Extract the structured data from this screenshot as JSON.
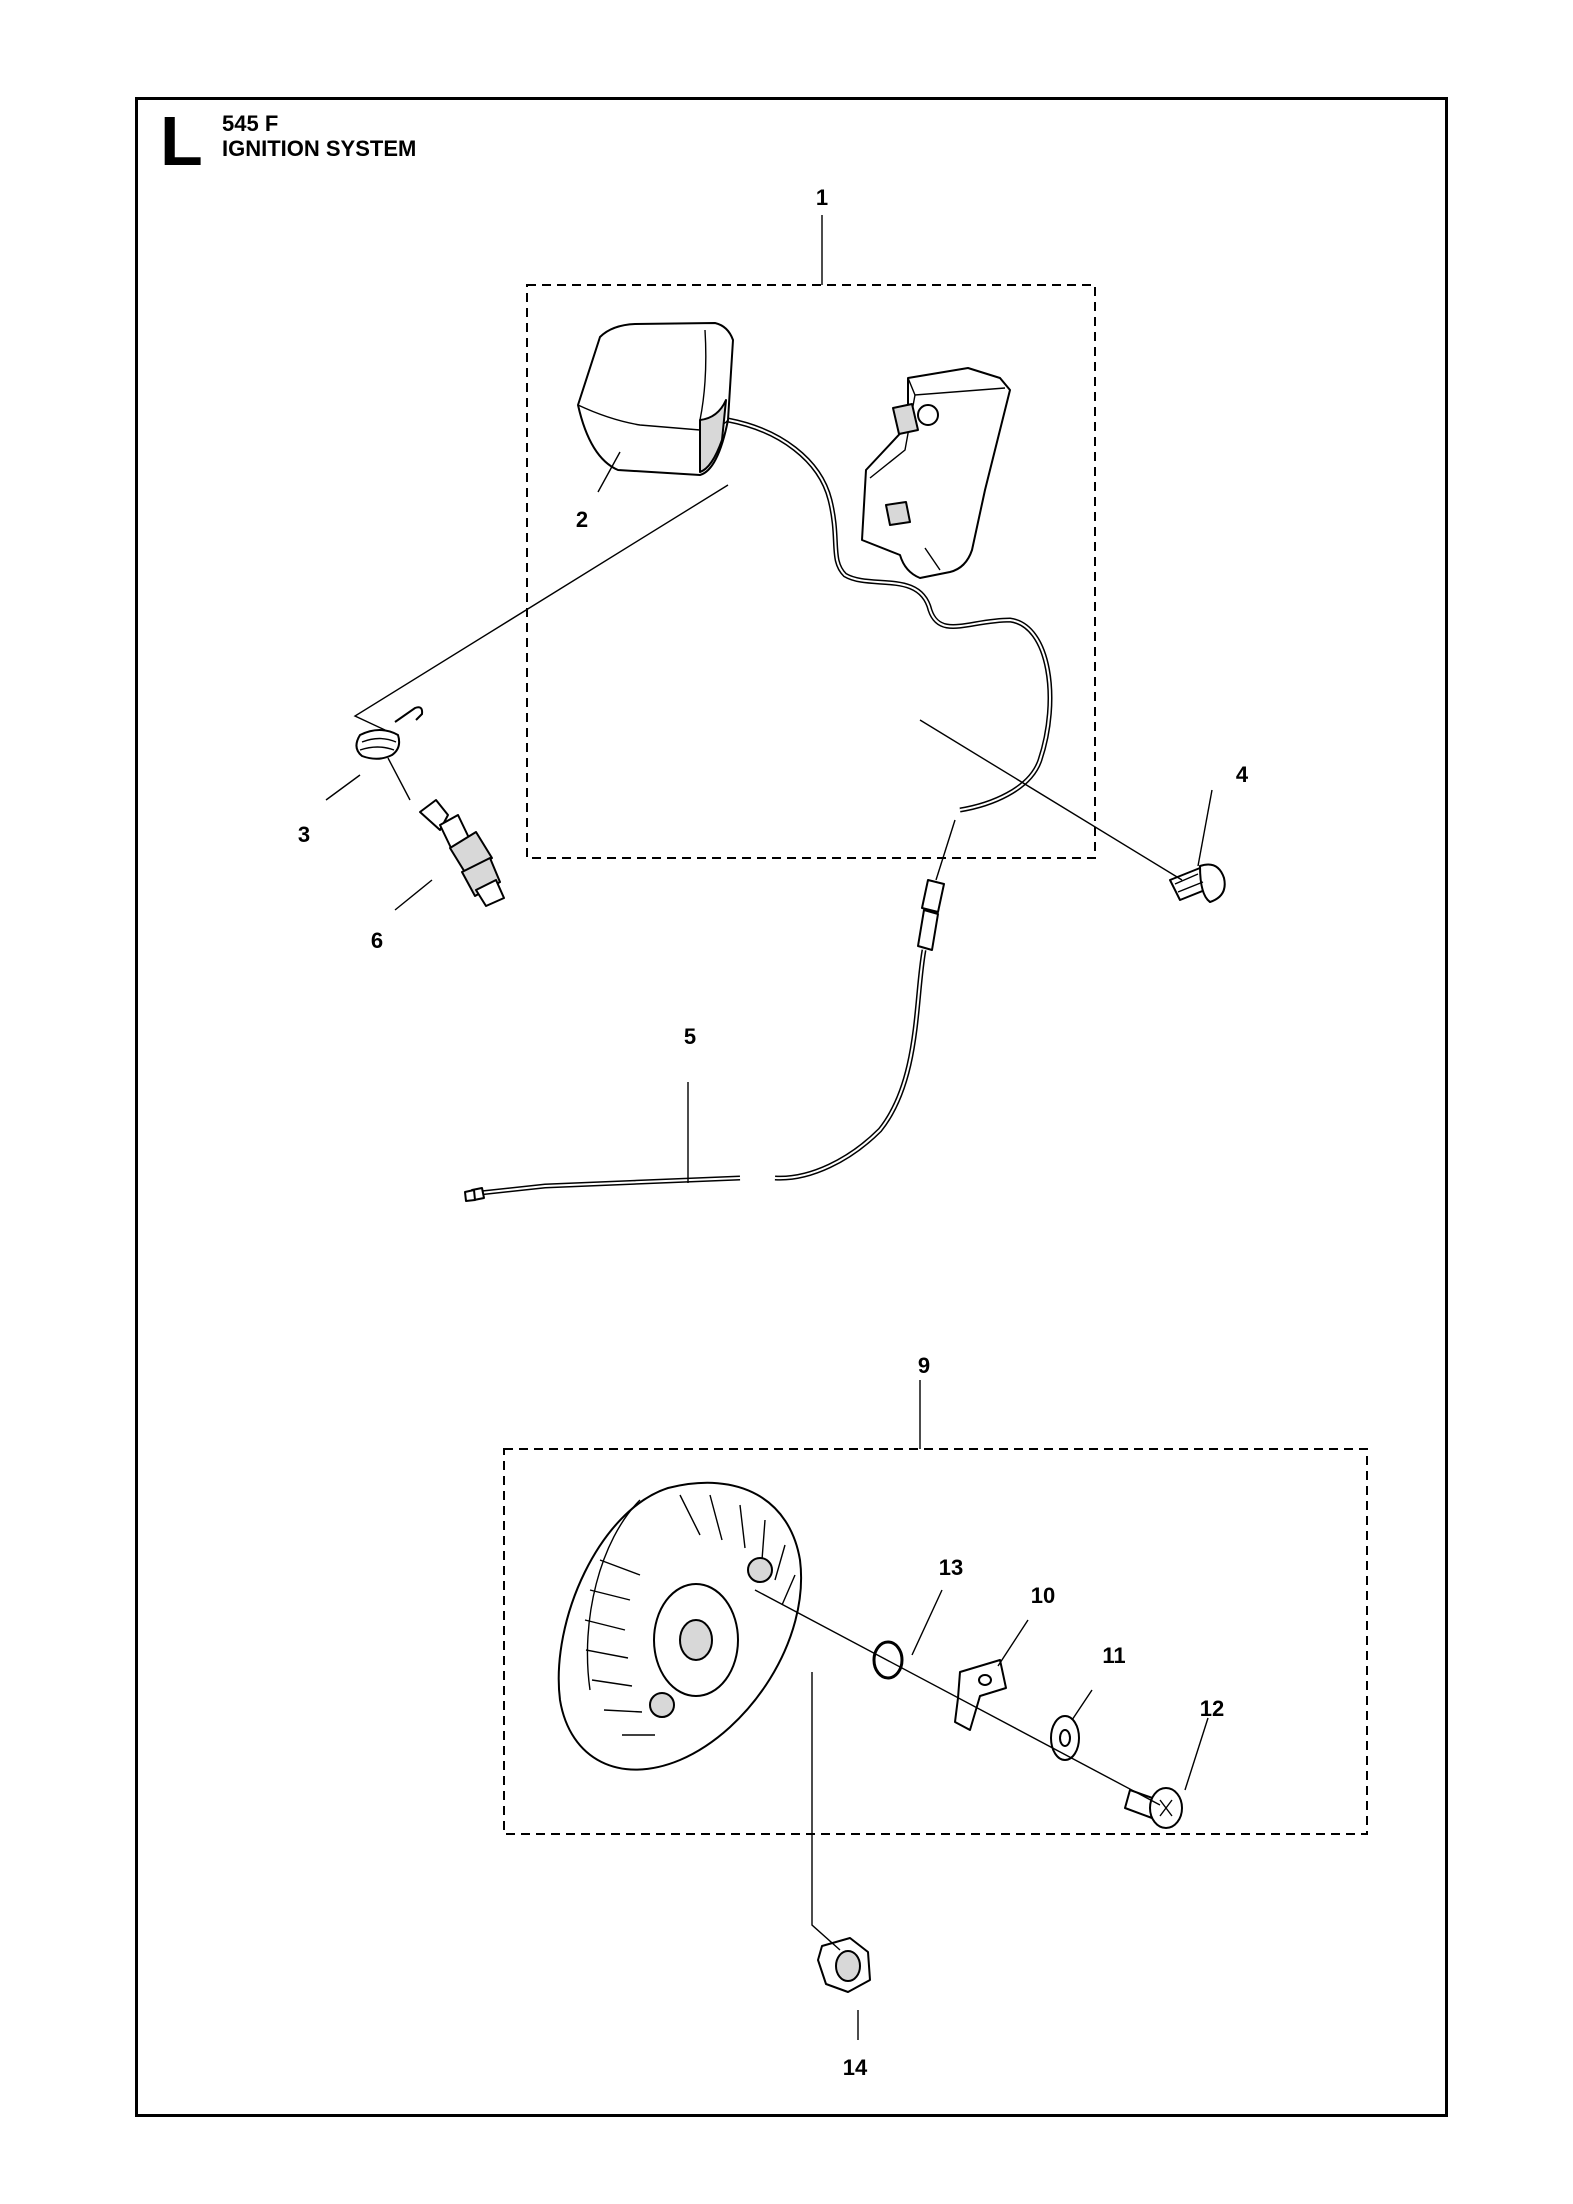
{
  "header": {
    "section_letter": "L",
    "model": "545 F",
    "title": "IGNITION SYSTEM"
  },
  "callouts": [
    "1",
    "2",
    "3",
    "4",
    "5",
    "6",
    "9",
    "10",
    "11",
    "12",
    "13",
    "14"
  ]
}
